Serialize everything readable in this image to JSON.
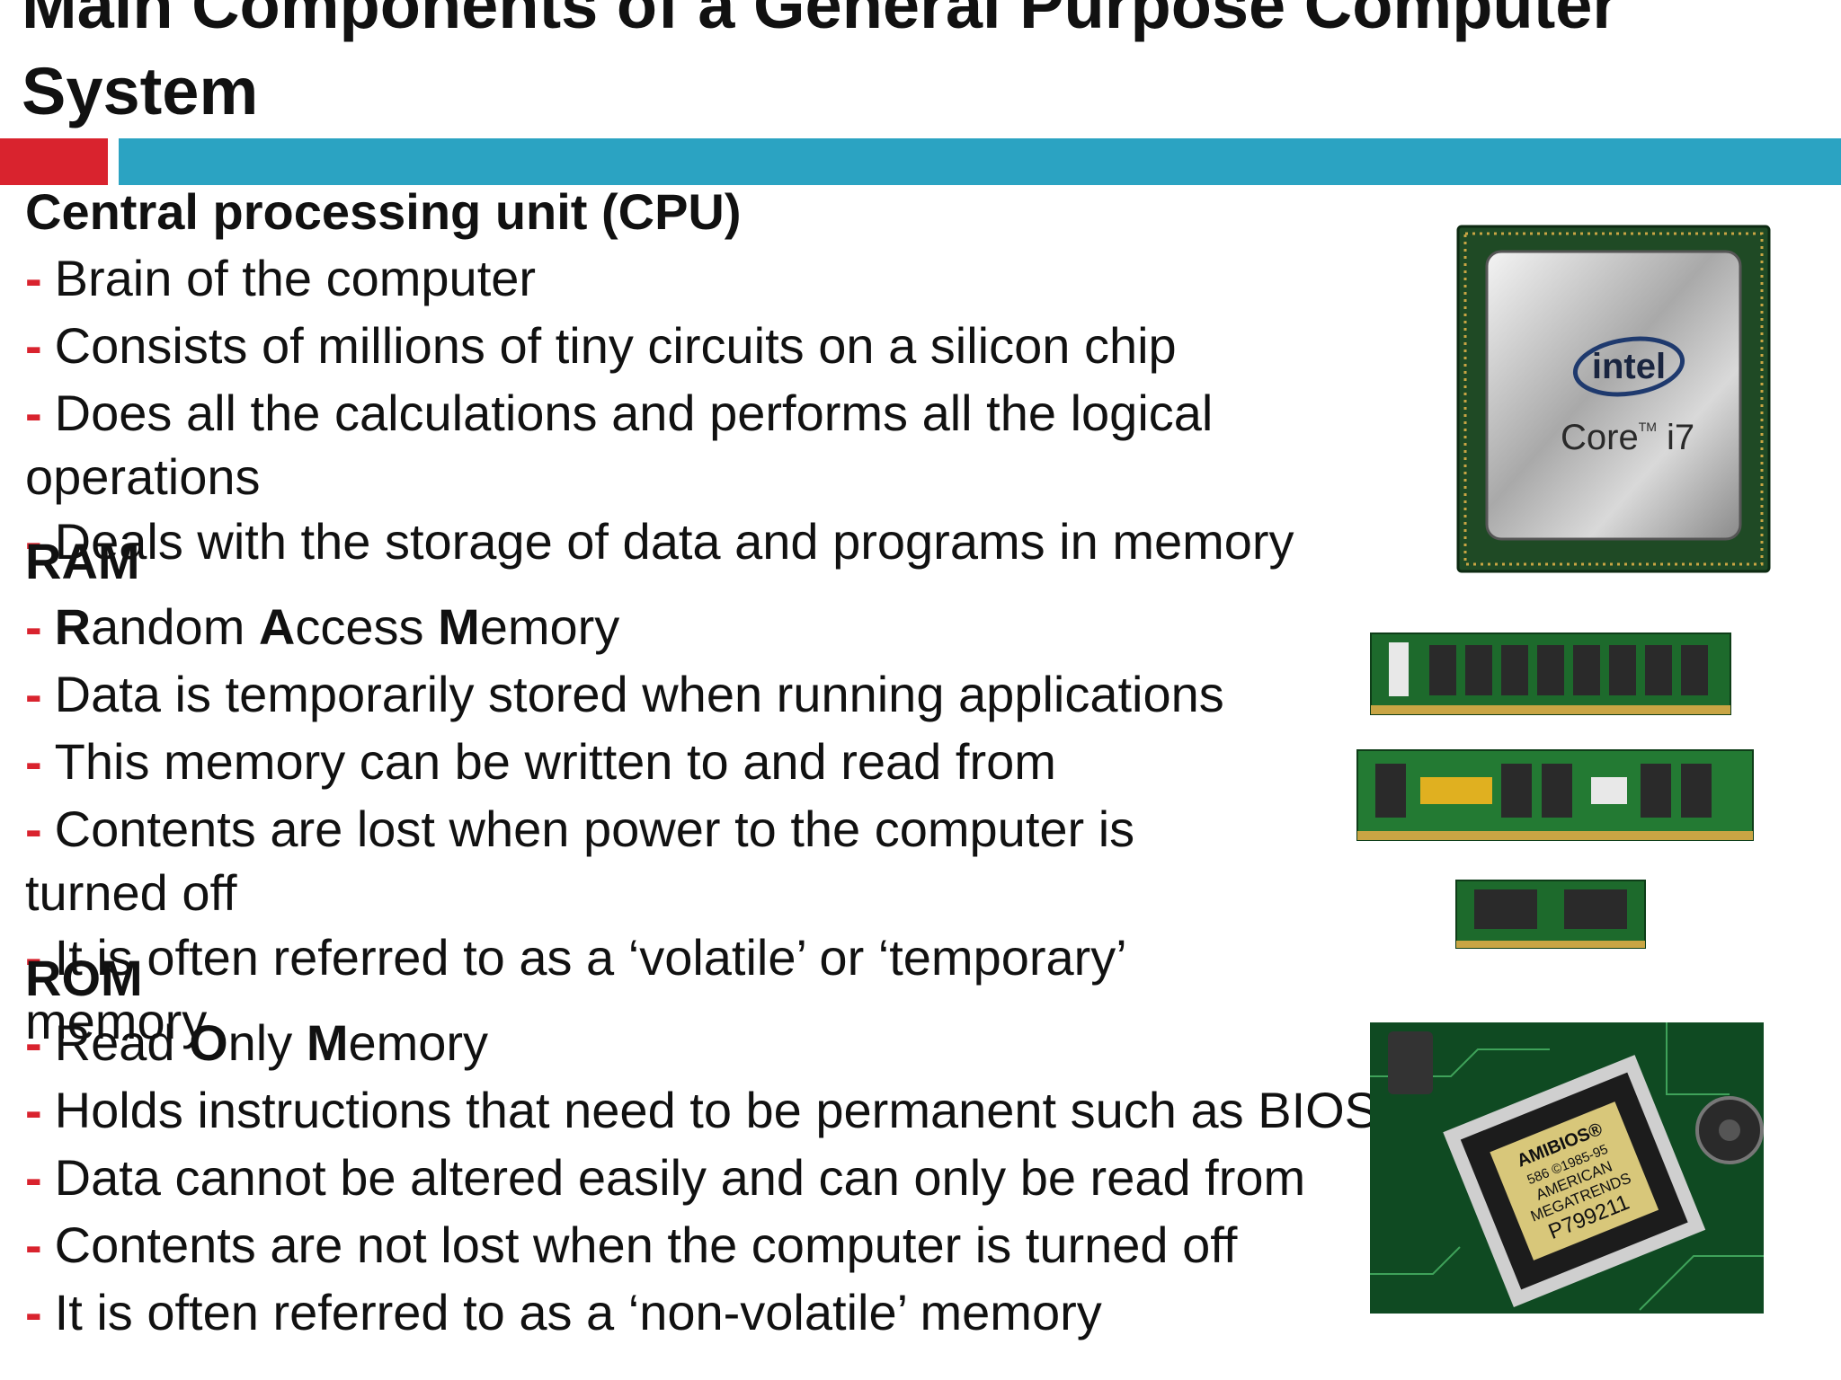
{
  "slide": {
    "title_line1": "Main Components of a General Purpose Computer",
    "title_line2": "System",
    "colors": {
      "accent_red": "#d9232e",
      "accent_teal": "#2ba3c2",
      "bullet": "#d9232e"
    }
  },
  "cpu": {
    "heading": "Central processing unit (CPU)",
    "bullets": [
      "Brain of the computer",
      "Consists of millions of tiny circuits on a silicon chip",
      "Does all the calculations and performs all the logical",
      "operations",
      "Deals with the storage of data and programs in memory"
    ]
  },
  "ram": {
    "heading": "RAM",
    "name_parts": [
      "R",
      "andom ",
      "A",
      "ccess ",
      "M",
      "emory"
    ],
    "bullets": [
      "Data is temporarily stored when running applications",
      "This memory can be written to and read from",
      "Contents are lost when power to the computer is",
      "turned off",
      "It is often referred to as a ‘volatile’ or ‘temporary’",
      "memory"
    ]
  },
  "rom": {
    "heading": "ROM",
    "name_parts": [
      "Read ",
      "O",
      "nly ",
      "M",
      "emory"
    ],
    "bullets": [
      "Holds instructions that need to be permanent such as BIOS",
      "Data cannot be altered easily and can only be read from",
      "Contents are not lost when the computer is turned off",
      "It is often referred to as a ‘non-volatile’ memory"
    ]
  },
  "images": {
    "cpu_brand": "intel",
    "cpu_model_a": "Core",
    "cpu_model_tm": "TM",
    "cpu_model_b": " i7",
    "bios_line1": "AMIBIOS®",
    "bios_line2": "586 ©1985-95",
    "bios_line3": "AMERICAN",
    "bios_line4": "MEGATRENDS",
    "bios_line5": "P799211"
  }
}
